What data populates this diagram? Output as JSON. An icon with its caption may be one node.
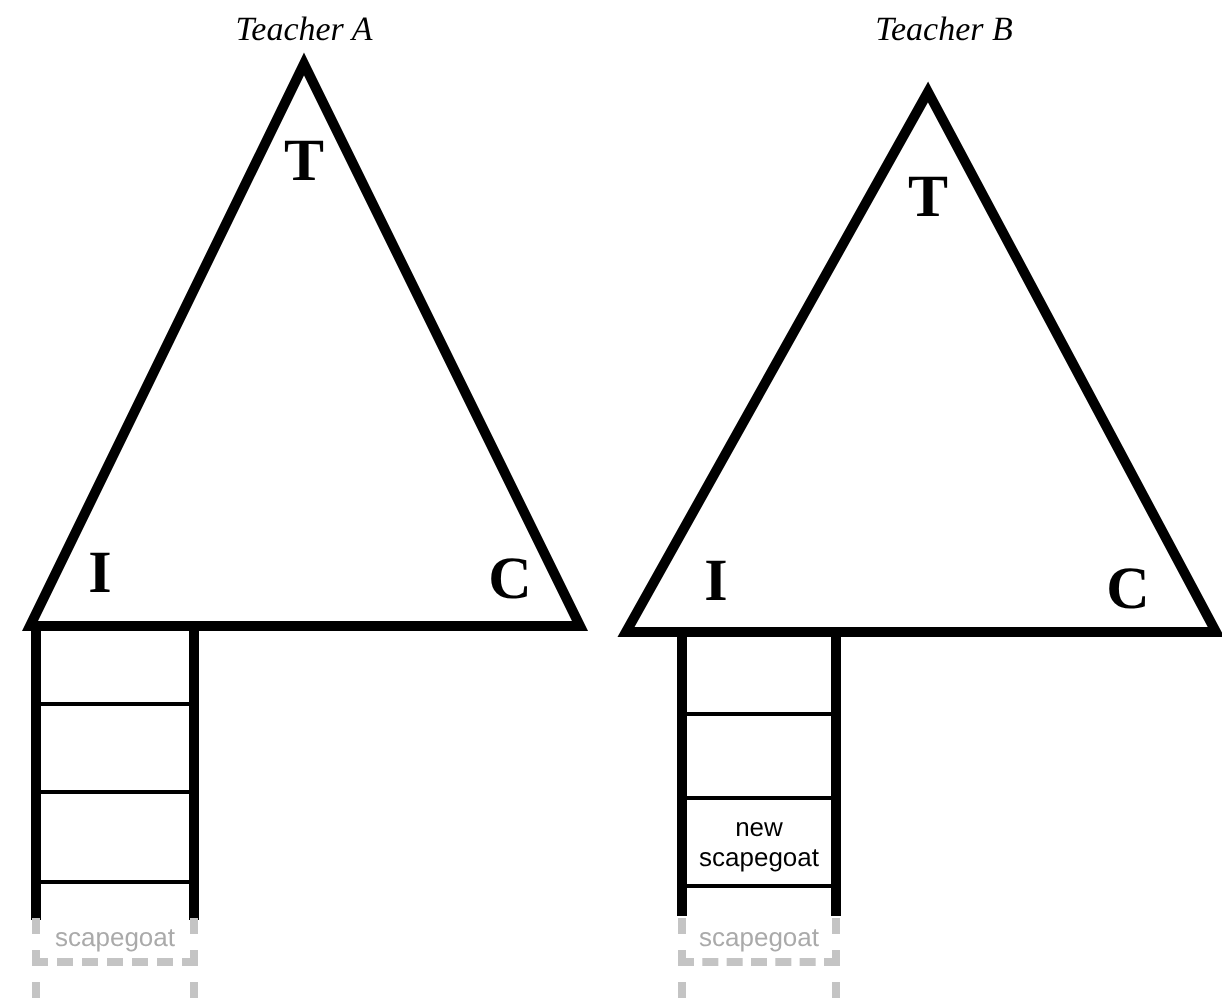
{
  "diagram": {
    "nodes": [
      {
        "text": [
          "Teacher A",
          "T",
          "I",
          "C"
        ]
      },
      {
        "text": [
          "scapegoat"
        ]
      },
      {
        "text": [
          "Teacher B",
          "T",
          "I",
          "C"
        ]
      },
      {
        "text": [
          "new scapegoat"
        ]
      },
      {
        "text": [
          "scapegoat"
        ]
      }
    ]
  }
}
